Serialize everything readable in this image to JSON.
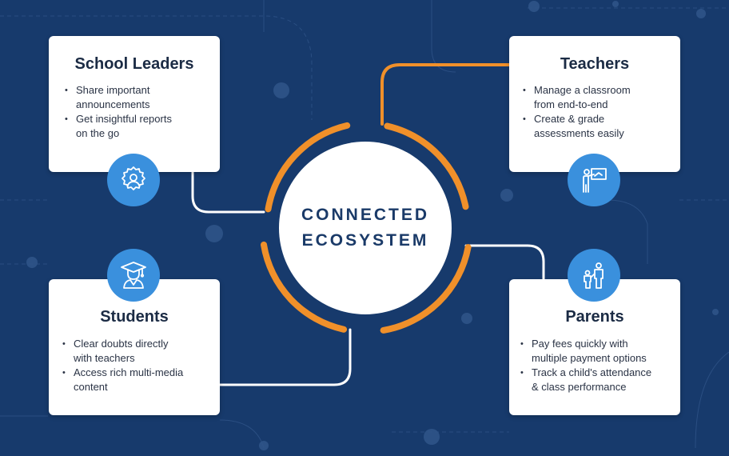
{
  "hub": {
    "line1": "CONNECTED",
    "line2": "ECOSYSTEM"
  },
  "nodes": [
    {
      "id": "leaders",
      "title": "School Leaders",
      "icon": "gear-person-icon",
      "bullets": [
        [
          "Share important",
          "announcements"
        ],
        [
          "Get insightful reports",
          "on the go"
        ]
      ]
    },
    {
      "id": "teachers",
      "title": "Teachers",
      "icon": "teacher-board-icon",
      "bullets": [
        [
          "Manage a classroom",
          "from end-to-end"
        ],
        [
          "Create & grade",
          "assessments easily"
        ]
      ]
    },
    {
      "id": "students",
      "title": "Students",
      "icon": "graduate-icon",
      "bullets": [
        [
          "Clear doubts directly",
          "with teachers"
        ],
        [
          "Access rich multi-media",
          "content"
        ]
      ]
    },
    {
      "id": "parents",
      "title": "Parents",
      "icon": "parent-child-icon",
      "bullets": [
        [
          "Pay fees quickly with",
          "multiple payment options"
        ],
        [
          "Track a child's attendance",
          "& class performance"
        ]
      ]
    }
  ],
  "colors": {
    "background": "#173a6c",
    "card": "#ffffff",
    "accent_orange": "#f0902a",
    "badge_blue": "#3a90dd",
    "hub_text": "#1a3a68",
    "title_text": "#1b2b44"
  }
}
